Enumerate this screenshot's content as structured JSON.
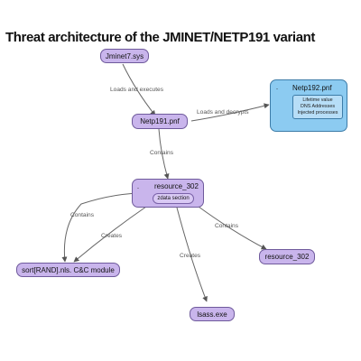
{
  "title": "Threat architecture of the JMINET/NETP191 variant",
  "nodes": {
    "jminet": "Jminet7.sys",
    "netp191": "Netp191.pnf",
    "netp192": {
      "label": "Netp192.pnf",
      "toggle": "- ",
      "details": [
        "Lifetime value",
        "DNS Addresses",
        "Injected processes"
      ]
    },
    "resource_main": {
      "label": "resource_302",
      "toggle": "- ",
      "section": "zdata section"
    },
    "sort_module": "sort[RAND].nls. C&C module",
    "resource_child": "resource_302",
    "lsass": "lsass.exe"
  },
  "edges": {
    "loads_executes": "Loads and executes",
    "loads_decrypts": "Loads and decrypts",
    "contains_1": "Contains",
    "contains_2": "Contains",
    "creates_1": "Creates",
    "contains_3": "Contains",
    "creates_2": "Creates"
  },
  "colors": {
    "node_purple": "#c9b5ec",
    "node_blue": "#8ccbf1",
    "edge": "#666666"
  }
}
